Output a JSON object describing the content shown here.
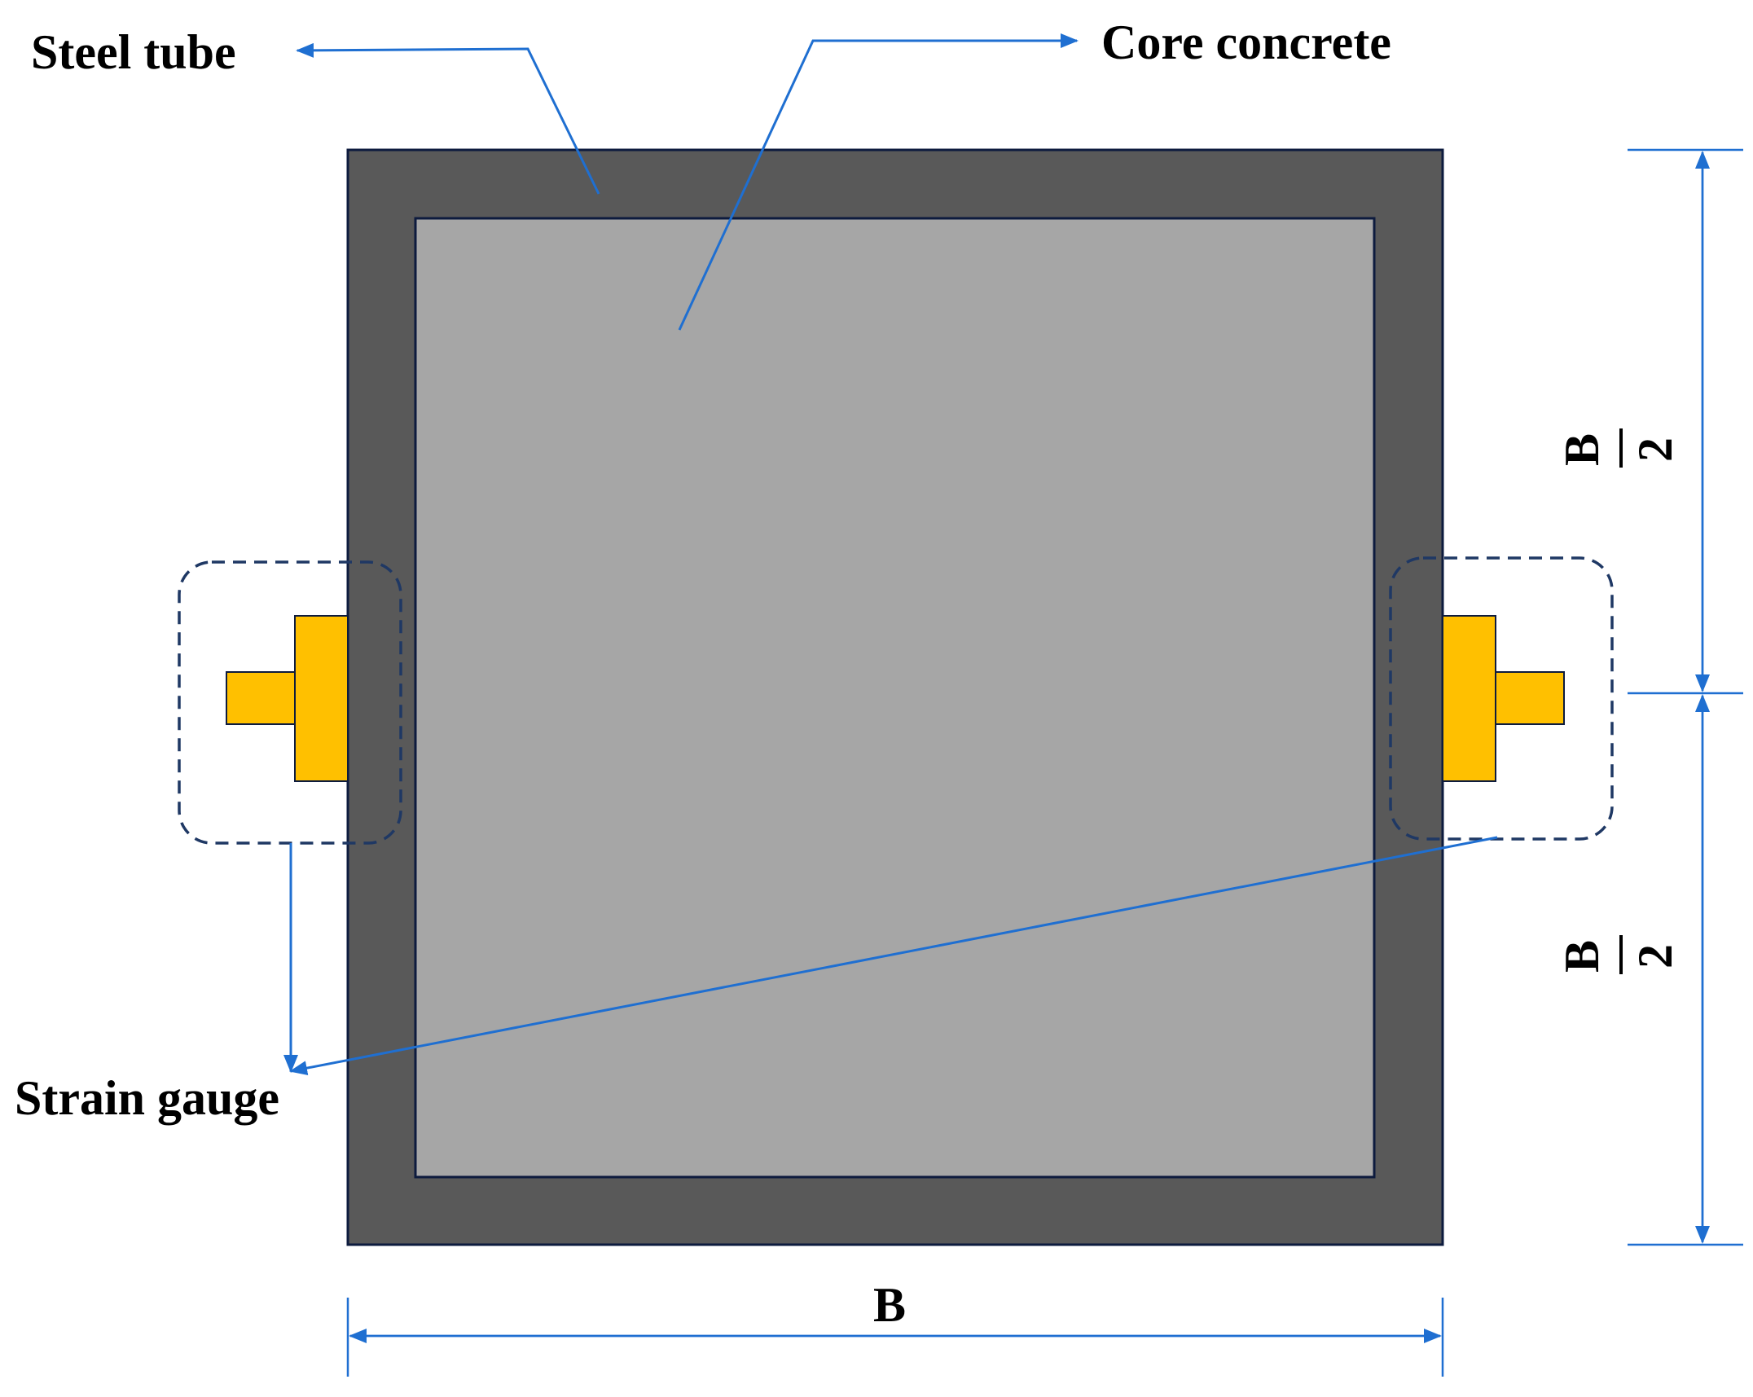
{
  "labels": {
    "steel_tube": "Steel tube",
    "core_concrete": "Core concrete",
    "strain_gauge": "Strain gauge",
    "width": "B",
    "half_top_numerator": "B",
    "half_top_denominator": "2",
    "half_bottom_numerator": "B",
    "half_bottom_denominator": "2"
  },
  "colors": {
    "steel": "#595959",
    "concrete": "#A6A6A6",
    "outline": "#0D1B3E",
    "gauge": "#FFC000",
    "leader": "#1F6FD1",
    "dashed_box": "#1F3864"
  }
}
